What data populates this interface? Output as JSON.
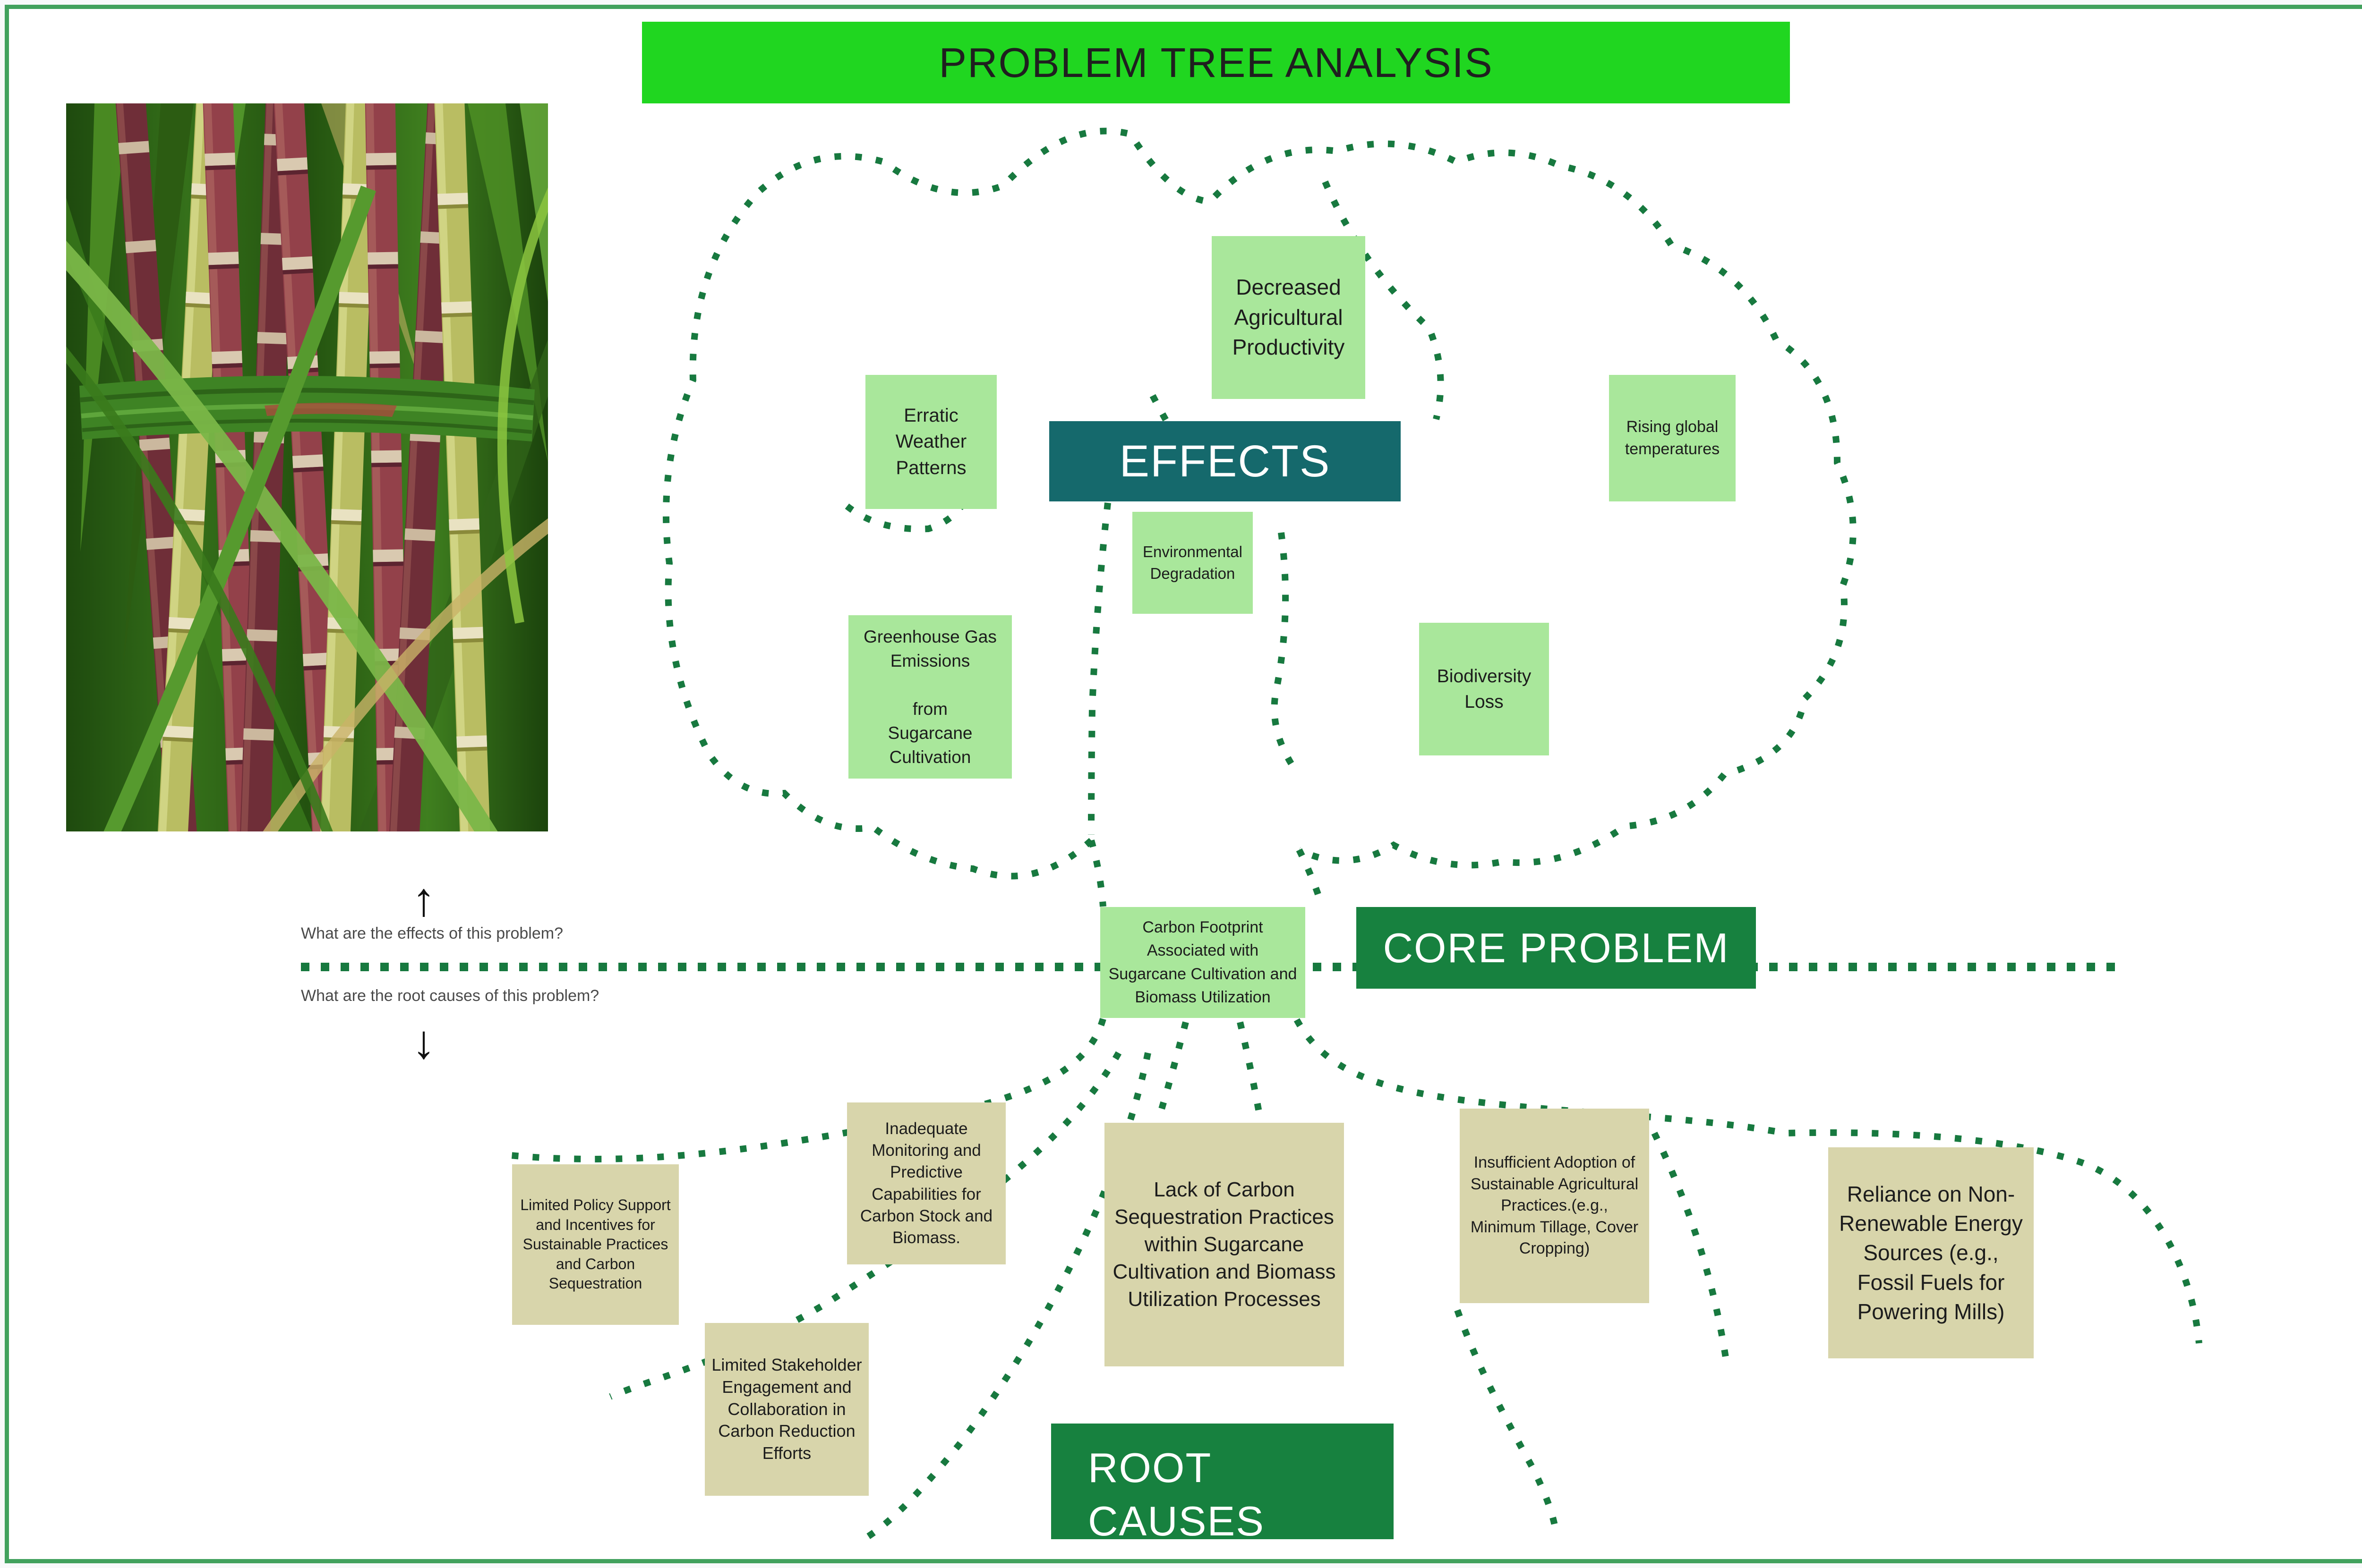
{
  "page": {
    "title": "PROBLEM TREE ANALYSIS"
  },
  "colors": {
    "title_green": "#20d620",
    "box_green": "#a9e79b",
    "box_tan": "#d8d5ab",
    "teal": "#15696c",
    "dark_green": "#17813f",
    "dot_green": "#17793f",
    "border_green": "#42a15d"
  },
  "sections": {
    "effects_label": "EFFECTS",
    "core_label": "CORE PROBLEM",
    "root_label": "ROOT CAUSES"
  },
  "questions": {
    "up_arrow": "↑",
    "effects": "What are the effects of this problem?",
    "roots": "What are the root causes of this problem?",
    "down_arrow": "↓"
  },
  "effects": [
    {
      "id": "decreased-agricultural-productivity",
      "text": "Decreased Agricultural Productivity"
    },
    {
      "id": "erratic-weather-patterns",
      "text": "Erratic Weather Patterns"
    },
    {
      "id": "environmental-degradation",
      "text": "Environmental Degradation"
    },
    {
      "id": "rising-global-temperatures",
      "text": "Rising global temperatures"
    },
    {
      "id": "greenhouse-gas-emissions",
      "text": "Greenhouse Gas Emissions\n\nfrom\nSugarcane\nCultivation"
    },
    {
      "id": "biodiversity-loss",
      "text": "Biodiversity Loss"
    }
  ],
  "core_problem": "Carbon Footprint Associated with Sugarcane Cultivation and Biomass Utilization",
  "root_causes": [
    {
      "id": "limited-policy-support",
      "text": "Limited Policy Support and Incentives for Sustainable Practices and Carbon Sequestration"
    },
    {
      "id": "inadequate-monitoring",
      "text": "Inadequate Monitoring and Predictive Capabilities for Carbon Stock and Biomass."
    },
    {
      "id": "lack-of-carbon-sequestration",
      "text": "Lack of Carbon Sequestration Practices within Sugarcane Cultivation and Biomass Utilization Processes"
    },
    {
      "id": "insufficient-adoption",
      "text": "Insufficient Adoption of Sustainable Agricultural Practices.(e.g., Minimum Tillage, Cover Cropping)"
    },
    {
      "id": "limited-stakeholder-engagement",
      "text": "Limited Stakeholder Engagement and Collaboration in Carbon Reduction Efforts"
    },
    {
      "id": "reliance-non-renewable",
      "text": "Reliance on Non-Renewable Energy Sources (e.g., Fossil Fuels for Powering Mills)"
    }
  ],
  "photo": {
    "description": "sugarcane bundle photo"
  }
}
